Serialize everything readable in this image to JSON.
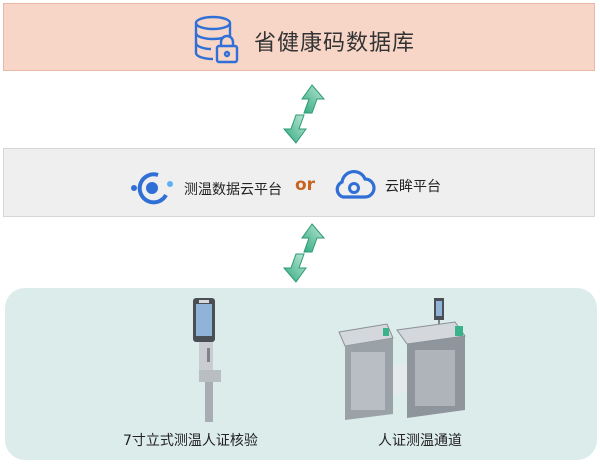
{
  "database": {
    "label": "省健康码数据库",
    "icon": "database-lock-icon"
  },
  "platforms": {
    "left": {
      "label": "测温数据云平台",
      "icon": "cloud-logo-ring-icon"
    },
    "separator": "or",
    "right": {
      "label": "云眸平台",
      "icon": "cloud-icon"
    }
  },
  "devices": [
    {
      "label": "7寸立式测温人证核验",
      "icon": "standing-terminal-icon"
    },
    {
      "label": "人证测温通道",
      "icon": "turnstile-gate-icon"
    }
  ],
  "colors": {
    "db_bg": "#f7d6c8",
    "platform_bg": "#efefef",
    "device_bg": "#dcecea",
    "icon_blue": "#2f6fd6",
    "arrow_green": "#3bb38a",
    "or_orange": "#c8641f"
  }
}
